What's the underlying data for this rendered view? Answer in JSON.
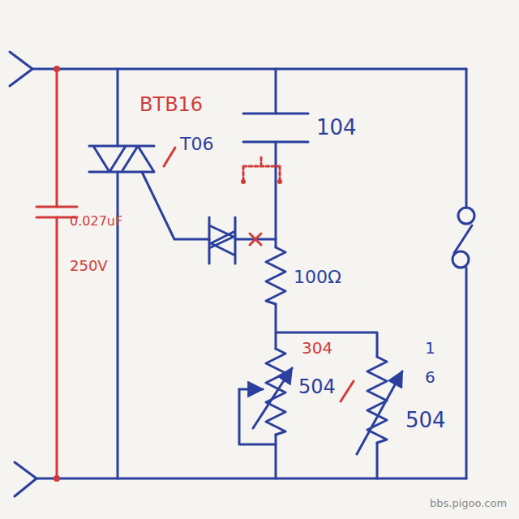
{
  "diagram": {
    "labels": [
      "BTB16",
      "T06",
      "0.027uF",
      "250V",
      "104",
      "100Ω",
      "304",
      "504",
      "1",
      "6",
      "504",
      "bbs.pigoo.com"
    ]
  }
}
